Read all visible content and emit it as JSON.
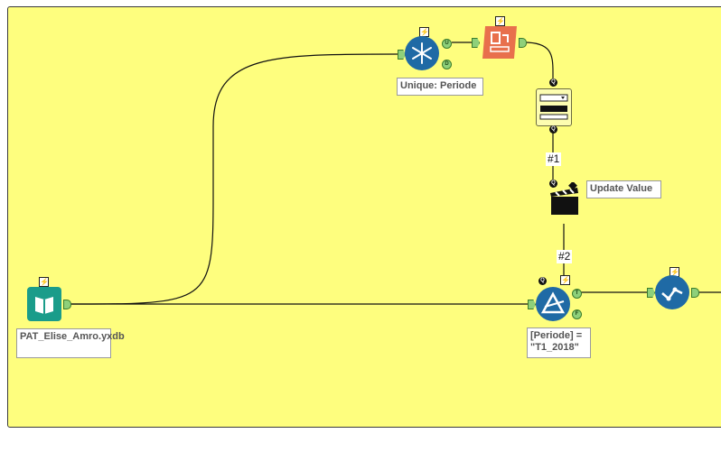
{
  "tools": {
    "input": {
      "label": "PAT_Elise_Amro.yxdb"
    },
    "unique": {
      "label": "Unique: Periode",
      "port_u": "U",
      "port_d": "D"
    },
    "filter": {
      "label": "[Periode] = \"T1_2018\"",
      "port_t": "T",
      "port_f": "F"
    },
    "update_value": {
      "label": "Update Value"
    },
    "control_q": "Q"
  },
  "wires": {
    "tag1": "#1",
    "tag2": "#2"
  },
  "bolt_glyph": "⚡",
  "colors": {
    "canvas": "#fefe7e",
    "tool_blue": "#1f6aa5",
    "tool_teal": "#1a9c8a",
    "tool_salmon": "#e8704c"
  }
}
